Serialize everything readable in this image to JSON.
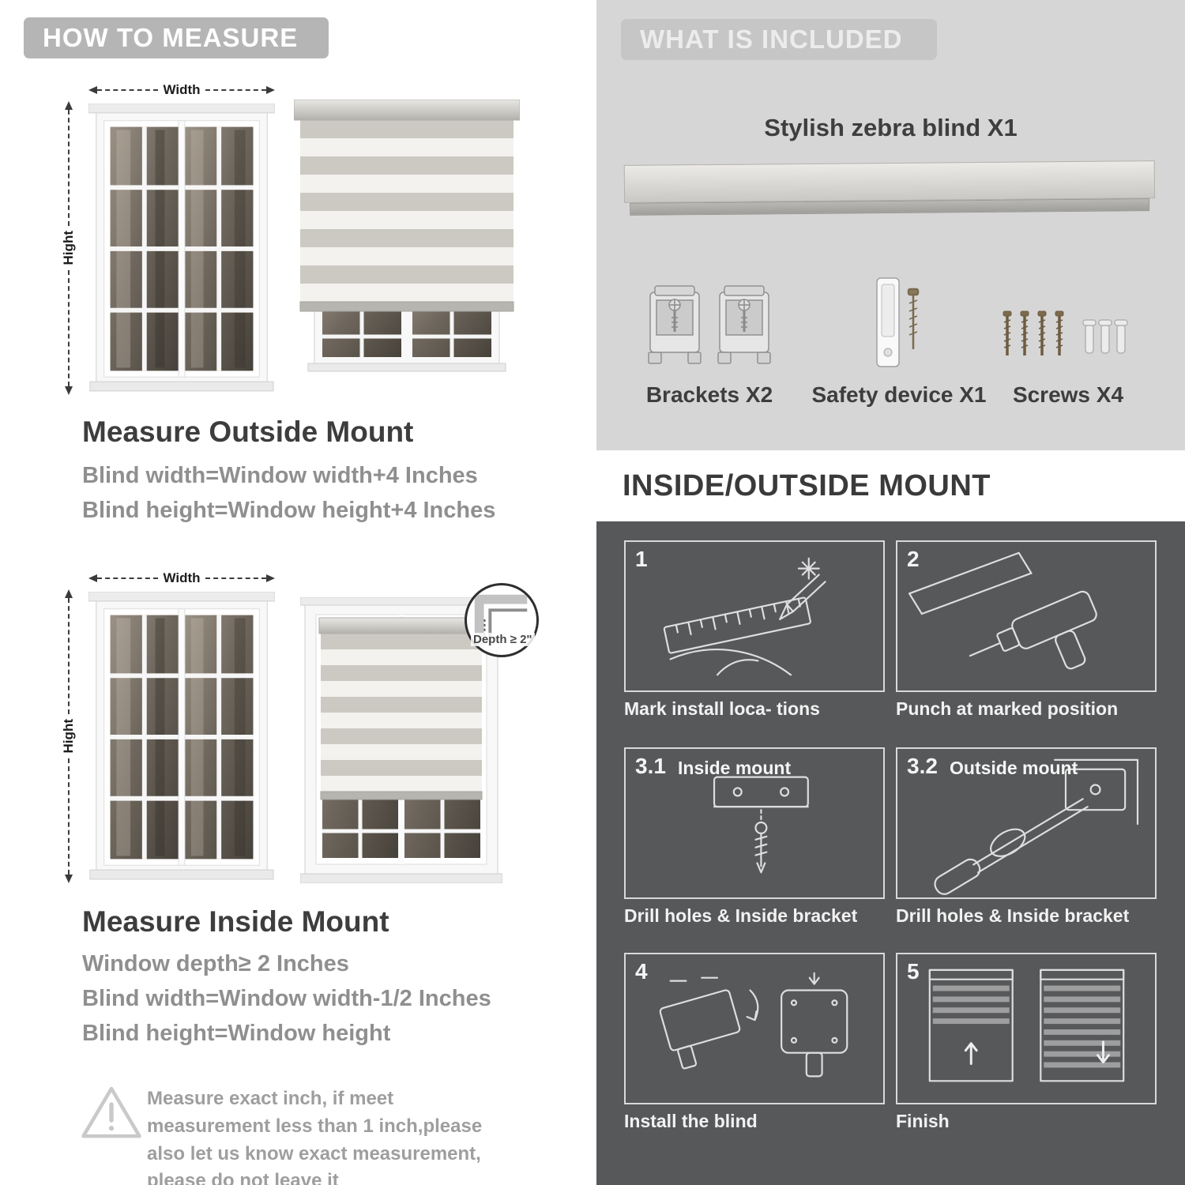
{
  "colors": {
    "banner-bg": "#b5b5b5",
    "banner-text": "#ffffff",
    "included-panel-bg": "#d6d6d6",
    "included-banner-bg": "#c6c6c6",
    "dark-panel-bg": "#57585a",
    "heading-text": "#3d3d3d",
    "subtext": "#8f8f8f",
    "caption-text": "#f2f2f2"
  },
  "left": {
    "banner": "HOW TO MEASURE",
    "outside": {
      "width_label": "Width",
      "height_label": "Hight",
      "heading": "Measure Outside Mount",
      "line1": "Blind width=Window width+4 Inches",
      "line2": "Blind height=Window height+4 Inches"
    },
    "inside": {
      "width_label": "Width",
      "height_label": "Hight",
      "depth_label": "Depth ≥ 2\"",
      "heading": "Measure Inside Mount",
      "line1": "Window depth≥ 2 Inches",
      "line2": "Blind width=Window width-1/2 Inches",
      "line3": "Blind height=Window height"
    },
    "note": "Measure exact inch, if meet measurement less than 1 inch,please also let us know exact measurement, please do not leave it"
  },
  "right": {
    "included": {
      "banner": "WHAT IS INCLUDED",
      "product_label": "Stylish zebra blind X1",
      "items": [
        {
          "name": "brackets",
          "label": "Brackets X2"
        },
        {
          "name": "safety-device",
          "label": "Safety device X1"
        },
        {
          "name": "screws",
          "label": "Screws X4"
        }
      ]
    },
    "mount": {
      "heading": "INSIDE/OUTSIDE MOUNT",
      "steps": [
        {
          "num": "1",
          "label": "",
          "caption": "Mark install loca- tions"
        },
        {
          "num": "2",
          "label": "",
          "caption": "Punch at  marked position"
        },
        {
          "num": "3.1",
          "label": "Inside mount",
          "caption": "Drill holes &  Inside bracket"
        },
        {
          "num": "3.2",
          "label": "Outside mount",
          "caption": "Drill holes &  Inside bracket"
        },
        {
          "num": "4",
          "label": "",
          "caption": "Install the blind"
        },
        {
          "num": "5",
          "label": "",
          "caption": "Finish"
        }
      ]
    }
  }
}
